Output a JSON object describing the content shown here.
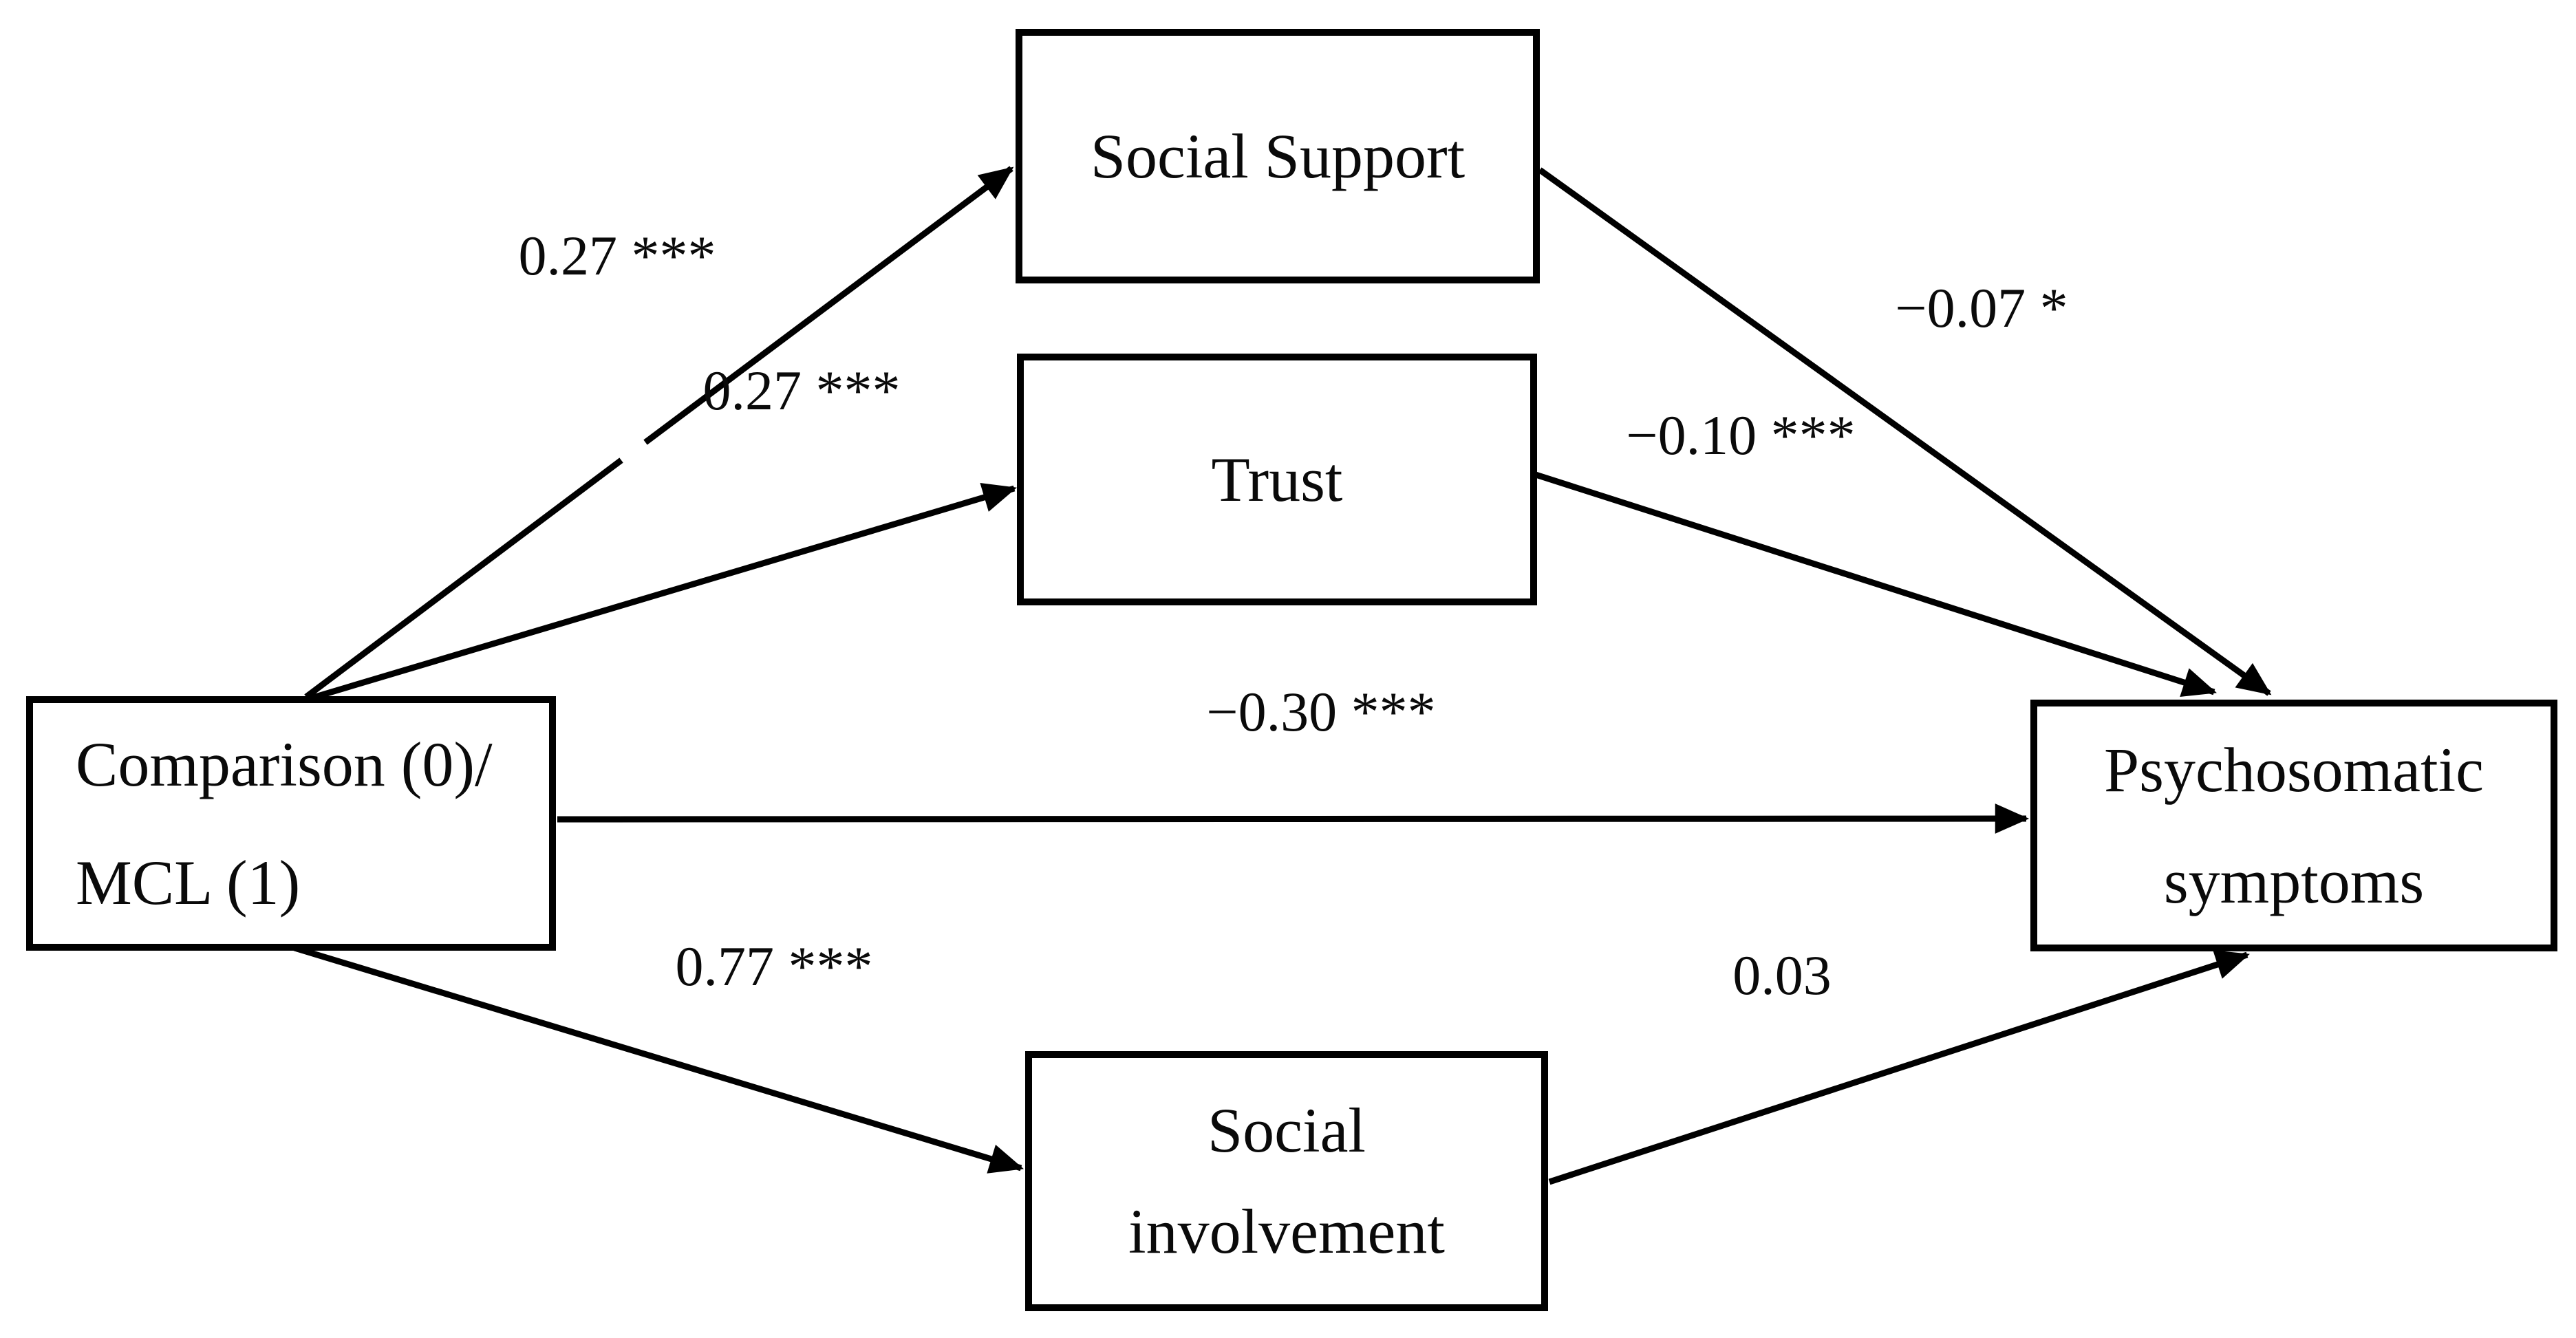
{
  "diagram": {
    "background_color": "#ffffff",
    "line_color": "#000000",
    "nodes": {
      "comparison": {
        "lines": [
          "Comparison (0)/",
          "MCL (1)"
        ]
      },
      "social_support": {
        "label": "Social Support"
      },
      "trust": {
        "label": "Trust"
      },
      "social_involvement": {
        "lines": [
          "Social",
          "involvement"
        ]
      },
      "psychosomatic": {
        "lines": [
          "Psychosomatic",
          "symptoms"
        ]
      }
    },
    "paths": {
      "comparison_to_social_support": {
        "coefficient": "0.27 ***"
      },
      "comparison_to_trust": {
        "coefficient": "0.27 ***"
      },
      "comparison_to_psychosomatic": {
        "coefficient": "−0.30 ***"
      },
      "comparison_to_social_involvement": {
        "coefficient": "0.77 ***"
      },
      "social_support_to_psychosomatic": {
        "coefficient": "−0.07 *"
      },
      "trust_to_psychosomatic": {
        "coefficient": "−0.10 ***"
      },
      "social_involvement_to_psychosomatic": {
        "coefficient": "0.03"
      }
    }
  }
}
